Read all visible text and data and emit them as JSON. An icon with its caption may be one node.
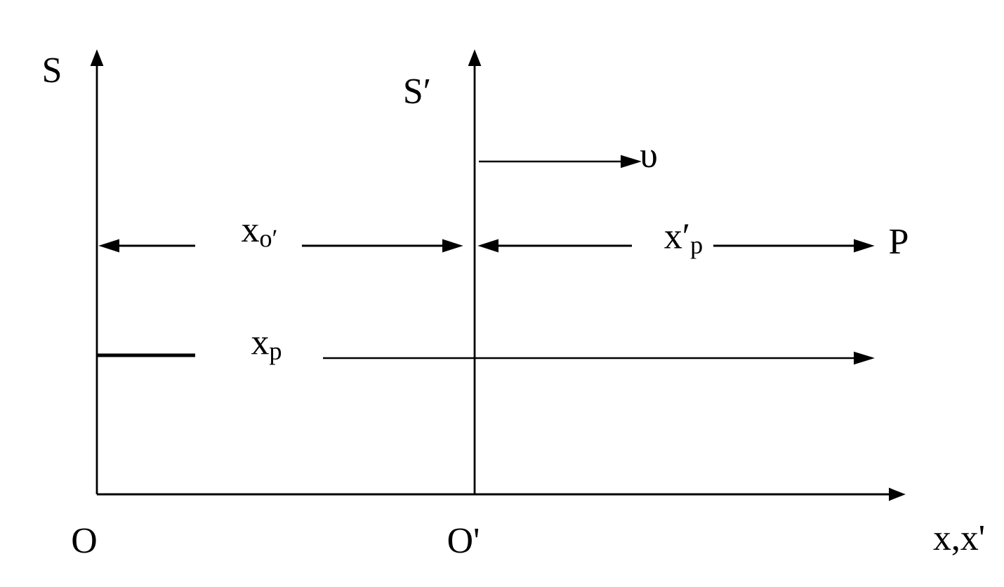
{
  "diagram": {
    "labels": [
      "S",
      "S′",
      "υ",
      "x$_{o′}$",
      "x′$_{p}$",
      "P",
      "x$_{p}$",
      "O",
      "O'",
      "x,x'"
    ]
  }
}
